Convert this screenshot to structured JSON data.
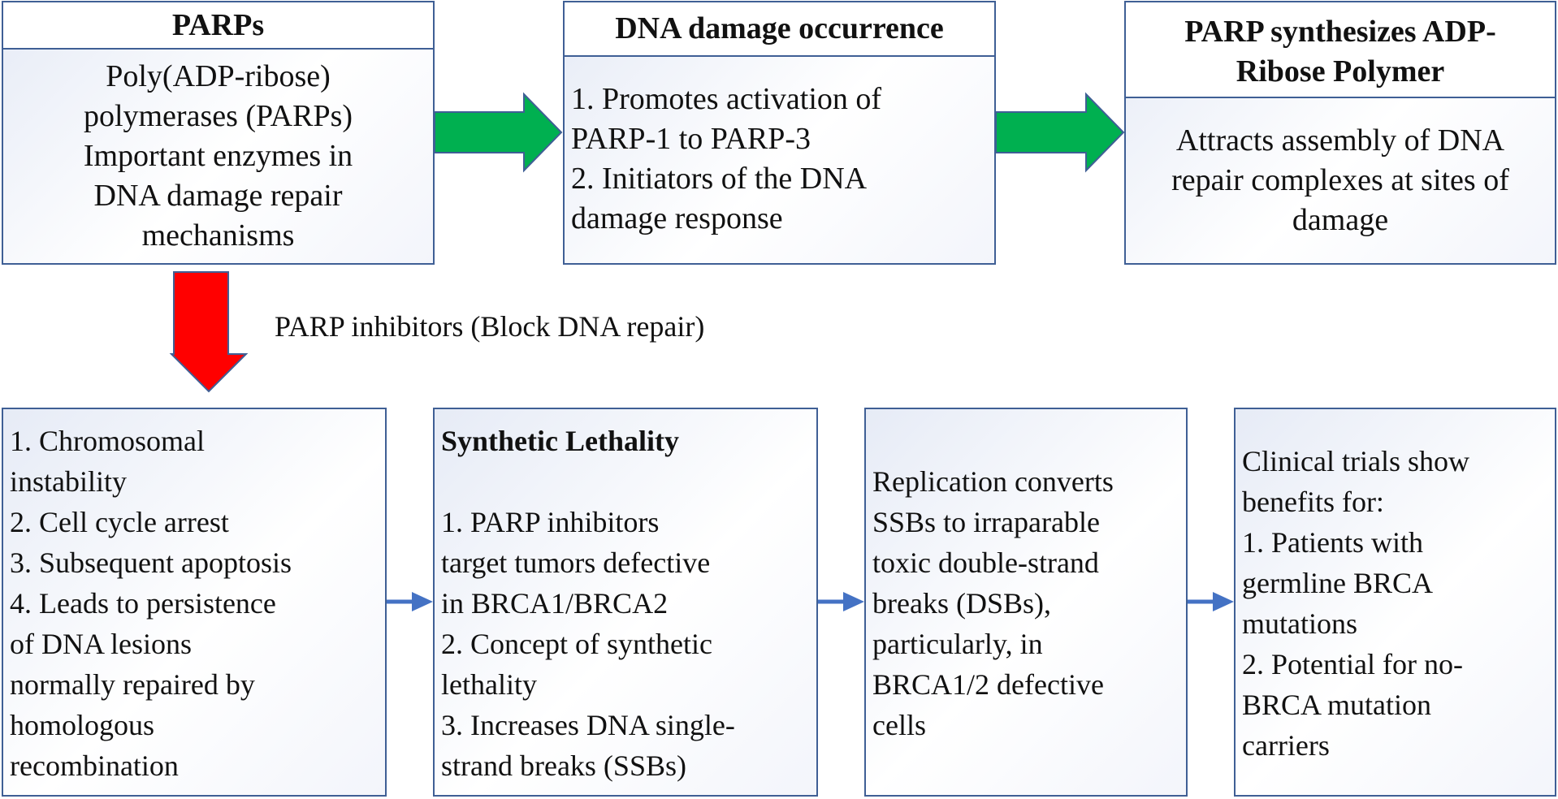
{
  "top": {
    "parps": {
      "title": "PARPs",
      "lines": [
        "Poly(ADP-ribose)",
        "polymerases (PARPs)",
        "Important enzymes in",
        "DNA damage repair",
        "mechanisms"
      ]
    },
    "damage": {
      "title": "DNA damage occurrence",
      "lines": [
        "1. Promotes activation of",
        "PARP-1 to PARP-3",
        "2. Initiators of the DNA",
        "damage response"
      ]
    },
    "synth": {
      "title_lines": [
        "PARP synthesizes ADP-",
        "Ribose Polymer"
      ],
      "lines": [
        "Attracts assembly of DNA",
        "repair complexes at sites of",
        "damage"
      ]
    }
  },
  "inhibitor_label": "PARP inhibitors (Block DNA repair)",
  "bottom": {
    "effects": {
      "lines": [
        "1. Chromosomal",
        "instability",
        "2. Cell cycle arrest",
        "3. Subsequent apoptosis",
        "4. Leads to persistence",
        "of DNA lesions",
        "normally repaired by",
        "homologous",
        "recombination"
      ]
    },
    "lethality": {
      "title": "Synthetic Lethality",
      "lines": [
        "1. PARP inhibitors",
        "target tumors defective",
        "in BRCA1/BRCA2",
        "2. Concept of synthetic",
        "lethality",
        "3. Increases DNA single-",
        "strand breaks (SSBs)"
      ]
    },
    "replication": {
      "lines": [
        "Replication converts",
        "SSBs to irraparable",
        "toxic double-strand",
        "breaks (DSBs),",
        "particularly, in",
        "BRCA1/2 defective",
        "cells"
      ]
    },
    "clinical": {
      "lines": [
        "Clinical trials show",
        "benefits for:",
        "1. Patients with",
        "germline BRCA",
        "mutations",
        "2. Potential for no-",
        "BRCA mutation",
        "carriers"
      ]
    }
  },
  "colors": {
    "border": "#3f5f95",
    "green_arrow": "#00b050",
    "red_arrow": "#ff0000",
    "blue_arrow": "#4472c4"
  }
}
